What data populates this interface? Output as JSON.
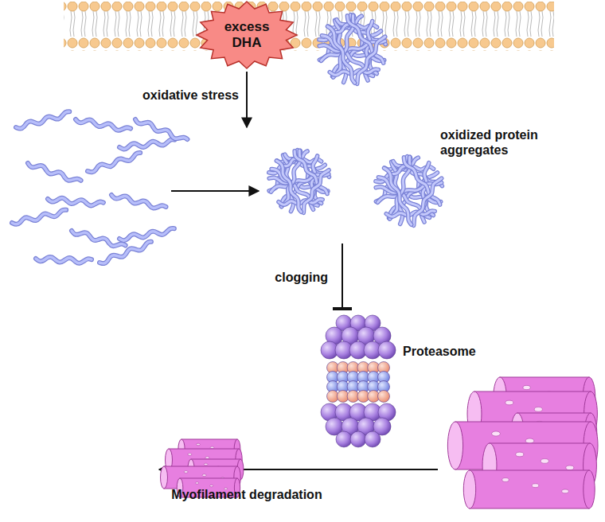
{
  "diagram": {
    "nodes": [
      {
        "text": [
          "excess DHA"
        ]
      },
      {
        "text": [
          "oxidized protein aggregates"
        ]
      },
      {
        "text": [
          "Proteasome"
        ]
      }
    ],
    "edges": [
      {
        "from": 1,
        "to": 2,
        "arrow": "to",
        "label": "clogging"
      }
    ],
    "labels": [
      "oxidative stress",
      "Myofilament degradation"
    ]
  }
}
